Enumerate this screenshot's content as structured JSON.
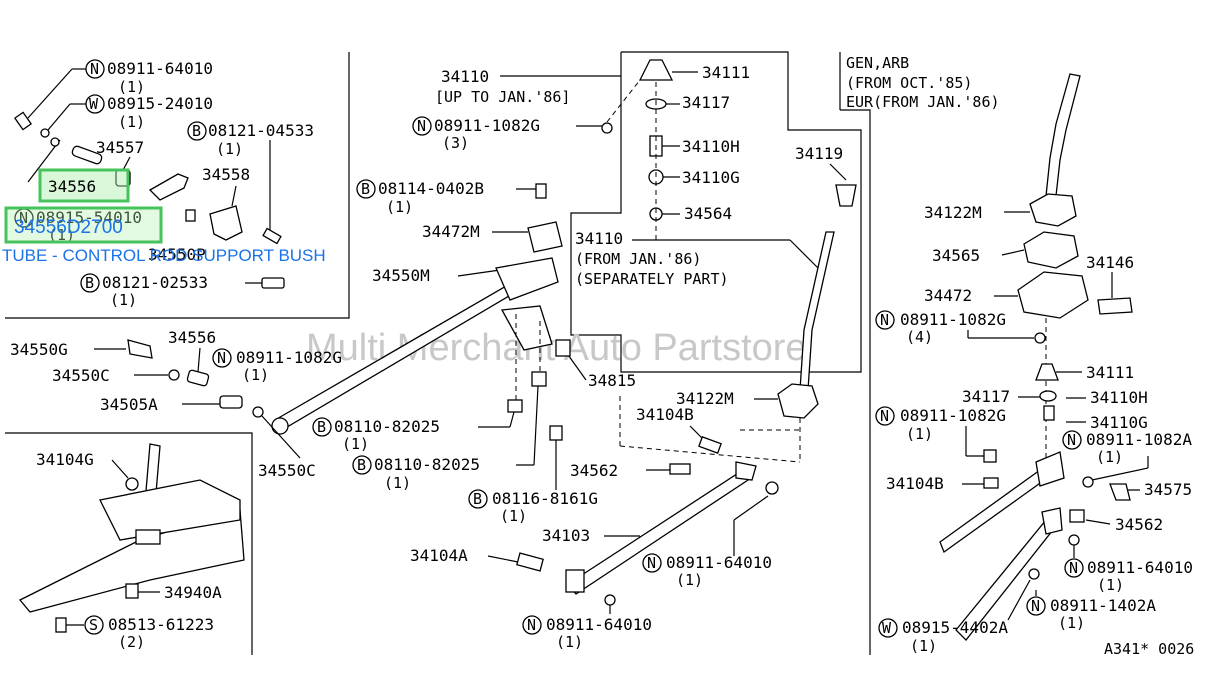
{
  "diagram": {
    "labels": {
      "n_08911_64010_a": "08911-64010",
      "q1_a": "(1)",
      "w_08915_24010": "08915-24010",
      "q1_b": "(1)",
      "b_08121_04533": "08121-04533",
      "q1_c": "(1)",
      "p34557": "34557",
      "p34556_hl": "34556",
      "p34558": "34558",
      "n_08915_54010": "08915-54010",
      "q1_d": "(1)",
      "p34550p": "34550P",
      "b_08121_02533": "08121-02533",
      "q1_e": "(1)",
      "p34110_a": "34110",
      "up_to_jan86": "[UP TO JAN.'86]",
      "n_08911_1082g_a": "08911-1082G",
      "q3": "(3)",
      "p34111_a": "34111",
      "p34117_a": "34117",
      "p34110h_a": "34110H",
      "p34110g_a": "34110G",
      "p34564": "34564",
      "p34119": "34119",
      "b_08114_0402b": "08114-0402B",
      "q1_f": "(1)",
      "p34472m": "34472M",
      "p34550m": "34550M",
      "p34110_b": "34110",
      "from_jan86": "(FROM JAN.'86)",
      "separately": "(SEPARATELY PART)",
      "gen_arb": "GEN,ARB",
      "from_oct85": "(FROM OCT.'85)",
      "eur_from_jan86": "EUR(FROM JAN.'86)",
      "p34122m_a": "34122M",
      "p34565": "34565",
      "p34146": "34146",
      "p34472": "34472",
      "n_08911_1082g_b": "08911-1082G",
      "q4": "(4)",
      "p34111_b": "34111",
      "p34117_b": "34117",
      "p34110h_b": "34110H",
      "n_08911_1082g_c": "08911-1082G",
      "q1_g": "(1)",
      "p34110g_b": "34110G",
      "n_08911_1082a": "08911-1082A",
      "q1_h": "(1)",
      "p34104b_a": "34104B",
      "p34575": "34575",
      "p34562_a": "34562",
      "n_08911_64010_b": "08911-64010",
      "q1_i": "(1)",
      "w_08915_4402a": "08915-4402A",
      "q1_j": "(1)",
      "n_08911_1402a": "08911-1402A",
      "q1_k": "(1)",
      "code": "A341* 0026",
      "p34550g": "34550G",
      "p34550c_a": "34550C",
      "p34556_b": "34556",
      "n_08911_1082g_d": "08911-1082G",
      "q1_l": "(1)",
      "p34505a": "34505A",
      "p34550c_b": "34550C",
      "b_08110_82025_a": "08110-82025",
      "q1_m": "(1)",
      "b_08110_82025_b": "08110-82025",
      "q1_n": "(1)",
      "p34815": "34815",
      "p34122m_b": "34122M",
      "p34104b_b": "34104B",
      "p34562_b": "34562",
      "b_08116_8161g": "08116-8161G",
      "q1_o": "(1)",
      "p34103": "34103",
      "p34104a": "34104A",
      "n_08911_64010_c": "08911-64010",
      "q1_p": "(1)",
      "n_08911_64010_d": "08911-64010",
      "q1_q": "(1)",
      "p34104g": "34104G",
      "p34940a": "34940A",
      "s_08513_61223": "08513-61223",
      "q2": "(2)"
    },
    "symbols": {
      "N": "N",
      "W": "W",
      "B": "B",
      "S": "S"
    }
  },
  "highlight": {
    "part_number": "34556D2700",
    "description": "TUBE - CONTROL ROD SUPPORT BUSH"
  },
  "watermark": "Multi Merchant Auto Partstore"
}
